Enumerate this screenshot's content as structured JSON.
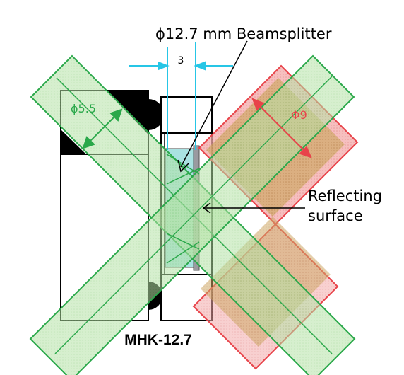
{
  "labels": {
    "beamsplitter": "ϕ12.7 mm Beamsplitter",
    "spacing": "3",
    "green_diameter": "ϕ5.5",
    "red_diameter": "Φ9",
    "reflecting_line1": "Reflecting",
    "reflecting_line2": "surface",
    "model": "MHK-12.7"
  },
  "colors": {
    "green_beam_fill": "#a8dc98",
    "green_beam_edge": "#2aa84a",
    "green_label": "#2aa84a",
    "red_beam_edge": "#e8434a",
    "red_beam_fill": "#f0a0a0",
    "orange_core": "#c9a15a",
    "cyan_dimension": "#26c6e6",
    "glass": "#a9e2e2",
    "reflector": "#9a9aa0",
    "mount_outline": "#000000"
  }
}
